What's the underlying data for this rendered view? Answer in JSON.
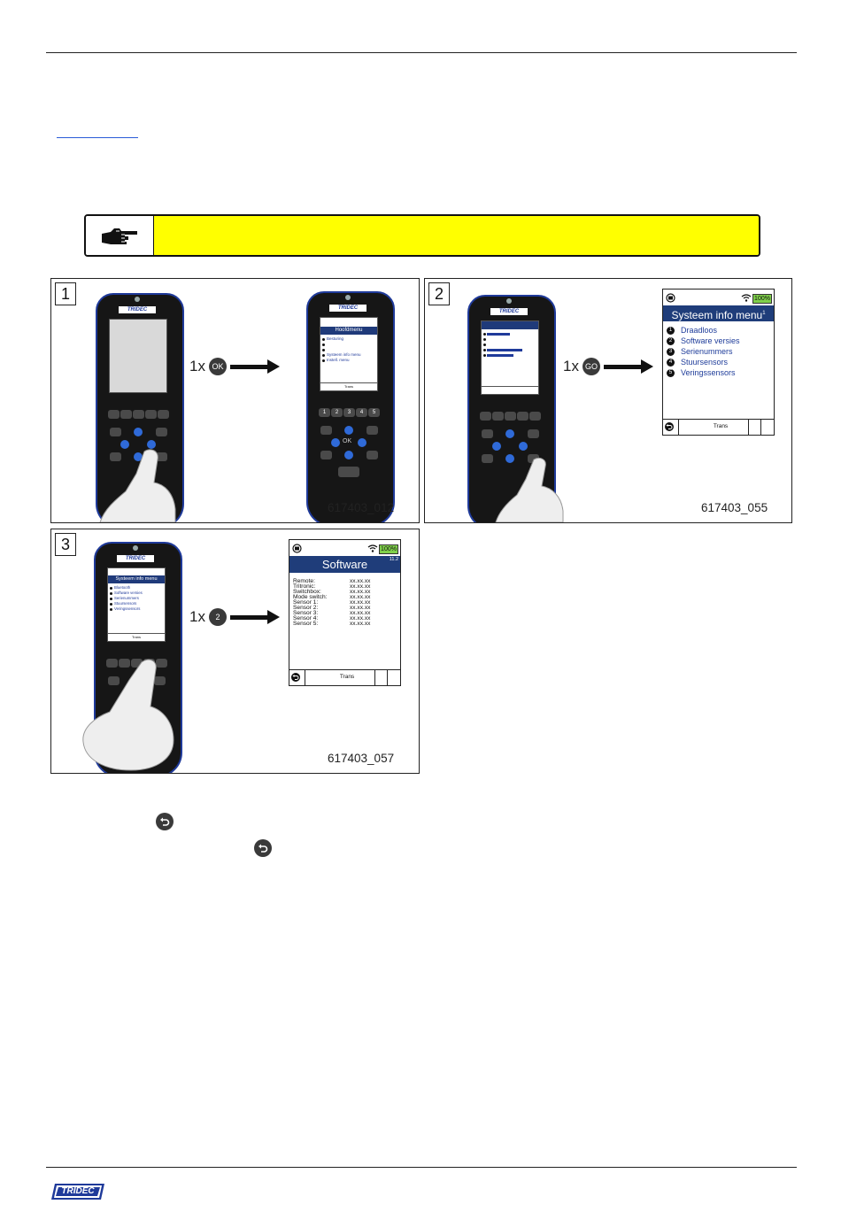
{
  "notice": {
    "icon": "pointing-hand-icon"
  },
  "panels": [
    {
      "number": "1",
      "code": "617403_012",
      "step_count": "1x",
      "step_key": "OK",
      "screen": {
        "title": "Hoofdmenu",
        "items": [
          "Besturing",
          "",
          "",
          "Systeem info menu",
          "Instell. menu"
        ],
        "footer": "Trans",
        "keypad_numbers": [
          "1",
          "2",
          "3",
          "4",
          "5"
        ],
        "center_key": "OK"
      }
    },
    {
      "number": "2",
      "code": "617403_055",
      "step_count": "1x",
      "step_key": "GO",
      "screen": {
        "battery": "100%",
        "title": "Systeem info menu",
        "title_sup": "1",
        "items": [
          "Draadloos",
          "Software versies",
          "Serienummers",
          "Stuursensors",
          "Veringssensors"
        ],
        "item_numbers": [
          "1",
          "2",
          "3",
          "4",
          "5"
        ],
        "footer": "Trans"
      }
    },
    {
      "number": "3",
      "code": "617403_057",
      "step_count": "1x",
      "step_key": "2",
      "device_screen": {
        "title": "Systeem info menu",
        "items": [
          "Bluetooth",
          "Software versies",
          "Serienummers",
          "Stuursensors",
          "Veringssensors"
        ],
        "footer": "Trans"
      },
      "screen": {
        "battery": "100%",
        "title": "Software",
        "version": "11.2",
        "rows": [
          {
            "label": "Remote:",
            "value": "xx.xx.xx"
          },
          {
            "label": "Tritronic:",
            "value": "xx.xx.xx"
          },
          {
            "label": "Switchbox:",
            "value": "xx.xx.xx"
          },
          {
            "label": "Mode switch:",
            "value": "xx.xx.xx"
          },
          {
            "label": "Sensor 1:",
            "value": "xx.xx.xx"
          },
          {
            "label": "Sensor 2:",
            "value": "xx.xx.xx"
          },
          {
            "label": "Sensor 3:",
            "value": "xx.xx.xx"
          },
          {
            "label": "Sensor 4:",
            "value": "xx.xx.xx"
          },
          {
            "label": "Sensor 5:",
            "value": "xx.xx.xx"
          }
        ],
        "footer": "Trans"
      }
    }
  ],
  "device_brand": "TRIDEC",
  "footer_brand": "TRIDEC",
  "colors": {
    "accent_blue": "#1f3d7a",
    "notice_yellow": "#ffff00",
    "battery_green": "#7fd04a"
  }
}
